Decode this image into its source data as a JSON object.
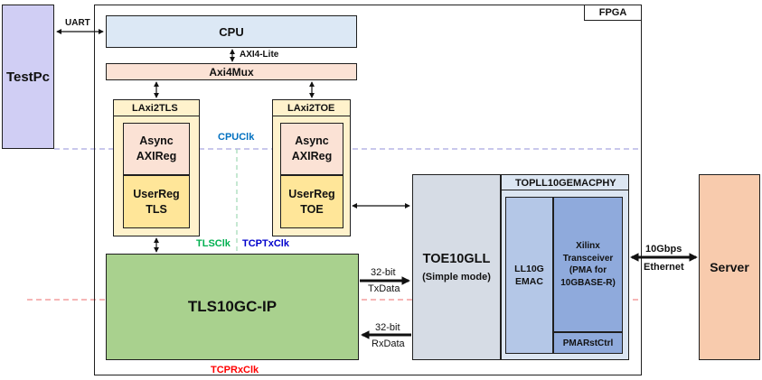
{
  "external": {
    "testpc": "TestPc",
    "server": "Server",
    "uart": "UART"
  },
  "fpga": {
    "title": "FPGA",
    "cpu": "CPU",
    "axi4lite": "AXI4-Lite",
    "axi4mux": "Axi4Mux",
    "laxi2tls": {
      "title": "LAxi2TLS",
      "async_line1": "Async",
      "async_line2": "AXIReg",
      "userreg_line1": "UserReg",
      "userreg_line2": "TLS"
    },
    "laxi2toe": {
      "title": "LAxi2TOE",
      "async_line1": "Async",
      "async_line2": "AXIReg",
      "userreg_line1": "UserReg",
      "userreg_line2": "TOE"
    },
    "tls_ip": "TLS10GC-IP",
    "toe": {
      "title": "TOE10GLL",
      "subtitle": "(Simple mode)"
    },
    "topll": {
      "title": "TOPLL10GEMACPHY",
      "emac_line1": "LL10G",
      "emac_line2": "EMAC",
      "xcvr_lines": [
        "Xilinx",
        "Transceiver",
        "(PMA for",
        "10GBASE-R)"
      ],
      "pmarst": "PMARstCtrl"
    },
    "tx_width": "32-bit",
    "tx_name": "TxData",
    "rx_width": "32-bit",
    "rx_name": "RxData"
  },
  "link": {
    "speed": "10Gbps",
    "medium": "Ethernet"
  },
  "clocks": {
    "cpu": "CPUClk",
    "tls": "TLSClk",
    "tcptx": "TCPTxClk",
    "tcprx": "TCPRxClk"
  },
  "colors": {
    "testpc": "#d0cef4",
    "cpu": "#dce8f5",
    "axi4mux": "#fbe2d5",
    "laxi_outer": "#fff2cc",
    "async": "#fbe2d5",
    "userreg": "#ffe699",
    "tls_ip": "#a9d18e",
    "toe": "#d6dce5",
    "topll": "#dce6f2",
    "emac": "#b4c7e7",
    "xcvr": "#8faadc",
    "server": "#f8cbad",
    "cpuclk": "#0070c0",
    "tlsclk": "#00b050",
    "tcptxclk": "#0000cc",
    "tcprxclk": "#ff0000"
  }
}
